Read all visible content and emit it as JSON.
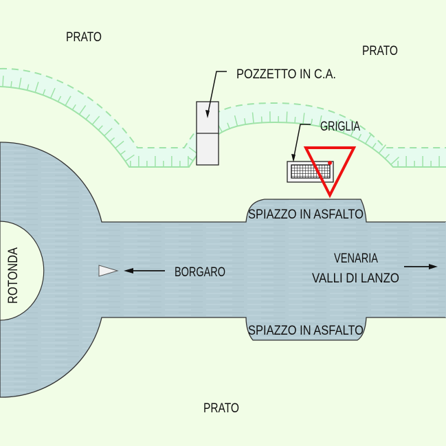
{
  "diagram": {
    "title": "Planimetria rotonda e spiazzi in asfalto",
    "colors": {
      "background": "#f1fde6",
      "road": "#b5ccd4",
      "road_outline": "#333333",
      "ditch_fill": "#e6fbef",
      "ditch_line": "#9fe3a8",
      "marker": "#ee1111",
      "manhole_fill": "#f2f2f2"
    },
    "labels": {
      "prato_top_left": "PRATO",
      "prato_top_right": "PRATO",
      "prato_bottom": "PRATO",
      "pozzetto": "POZZETTO IN C.A.",
      "griglia": "GRIGLIA",
      "spiazzo_top": "SPIAZZO IN ASFALTO",
      "spiazzo_bottom": "SPIAZZO IN ASFALTO",
      "rotonda": "ROTONDA",
      "borgaro": "BORGARO",
      "venaria_line1": "VENARIA",
      "venaria_line2": "VALLI DI LANZO"
    },
    "icons": {
      "direction_left": "arrow-left-icon",
      "direction_right": "arrow-right-icon",
      "warning_marker": "red-inverted-triangle-icon",
      "grate": "grate-icon",
      "manhole": "manhole-icon",
      "viewpoint": "white-triangle-icon"
    }
  }
}
